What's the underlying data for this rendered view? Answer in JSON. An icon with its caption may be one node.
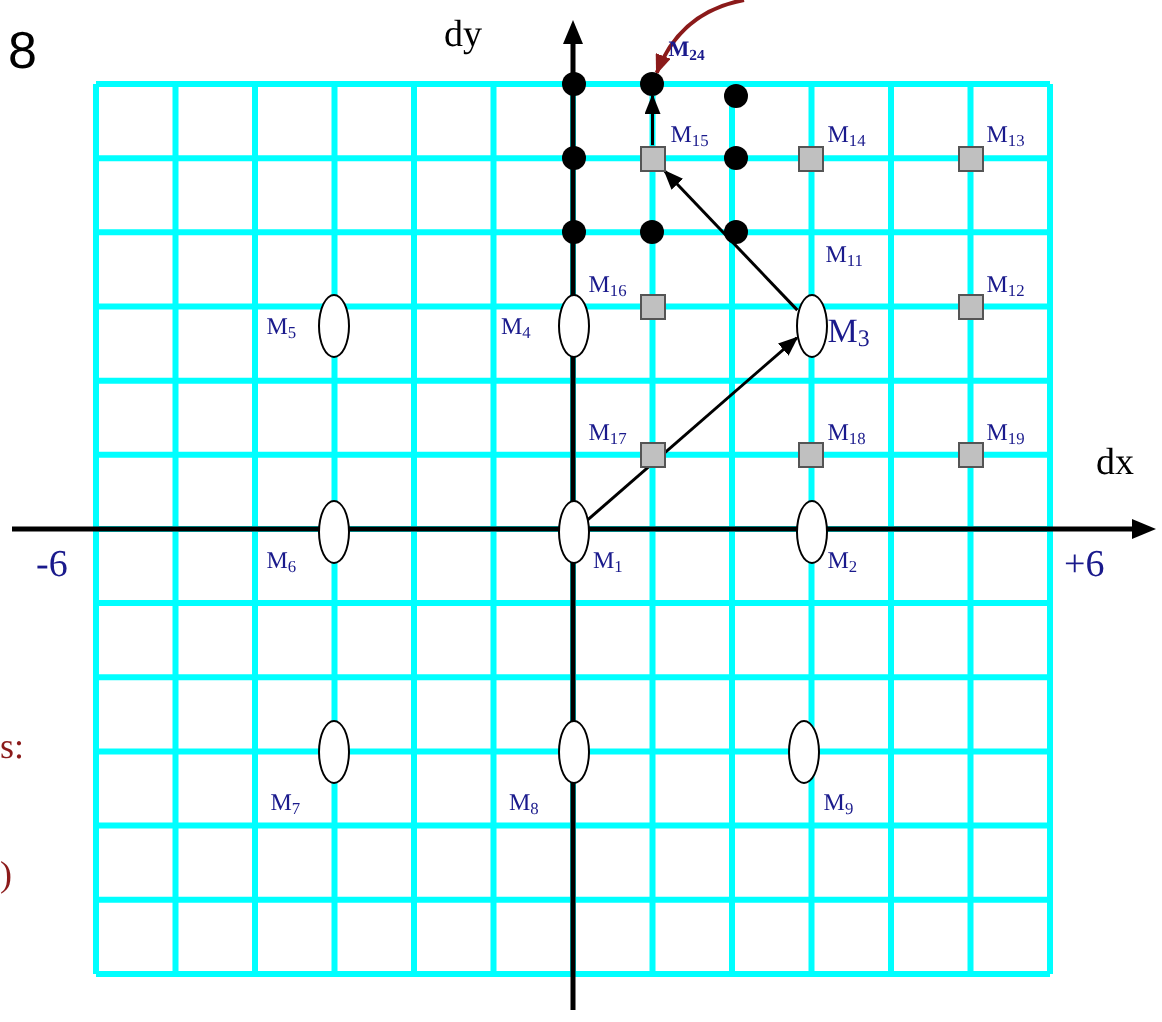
{
  "diagram": {
    "nodes": [
      {
        "text": [],
        "shape": "circle"
      },
      {
        "text": [],
        "shape": "circle",
        "beside": [
          "M$_{24}$"
        ]
      },
      {
        "text": [],
        "shape": "circle"
      },
      {
        "text": [],
        "shape": "circle"
      },
      {
        "text": [],
        "shape": "box",
        "beside": [
          "M$_{15}$"
        ]
      },
      {
        "text": [],
        "shape": "circle"
      },
      {
        "text": [],
        "shape": "box",
        "beside": [
          "M$_{14}$"
        ]
      },
      {
        "text": [],
        "shape": "box",
        "beside": [
          "M$_{13}$"
        ]
      },
      {
        "text": [],
        "shape": "circle"
      },
      {
        "text": [],
        "shape": "circle"
      },
      {
        "text": [],
        "shape": "circle"
      },
      {
        "text": [],
        "shape": "box",
        "beside": [
          "M$_{16}$"
        ]
      },
      {
        "text": [],
        "shape": "ellipse",
        "beside": [
          "M$_{5}$"
        ]
      },
      {
        "text": [],
        "shape": "ellipse",
        "beside": [
          "M$_{4}$"
        ]
      },
      {
        "text": [],
        "shape": "ellipse",
        "beside": [
          "M$_{3}$",
          "M$_{11}$"
        ]
      },
      {
        "text": [],
        "shape": "box",
        "beside": [
          "M$_{12}$"
        ]
      },
      {
        "text": [],
        "shape": "box",
        "beside": [
          "M$_{17}$"
        ]
      },
      {
        "text": [],
        "shape": "box",
        "beside": [
          "M$_{18}$"
        ]
      },
      {
        "text": [],
        "shape": "box",
        "beside": [
          "M$_{19}$"
        ]
      },
      {
        "text": [],
        "shape": "ellipse",
        "beside": [
          "M$_{6}$"
        ]
      },
      {
        "text": [],
        "shape": "ellipse",
        "beside": [
          "M$_{1}$"
        ]
      },
      {
        "text": [],
        "shape": "ellipse",
        "beside": [
          "M$_{2}$"
        ]
      },
      {
        "text": [],
        "shape": "ellipse",
        "beside": [
          "M$_{7}$"
        ]
      },
      {
        "text": [],
        "shape": "ellipse",
        "beside": [
          "M$_{8}$"
        ]
      },
      {
        "text": [],
        "shape": "ellipse",
        "beside": [
          "M$_{9}$"
        ]
      }
    ],
    "edges": [
      {
        "from": 20,
        "to": 14,
        "arrow": "to"
      },
      {
        "from": 14,
        "to": 4,
        "arrow": "to"
      },
      {
        "from": 4,
        "to": 1,
        "arrow": "to"
      },
      {
        "from": null,
        "to": 1,
        "arrow": "to",
        "color": "#8b1a1a"
      }
    ],
    "labels": [
      "dy",
      "8",
      "dx",
      "-6",
      "+6",
      "s:",
      ")"
    ]
  }
}
